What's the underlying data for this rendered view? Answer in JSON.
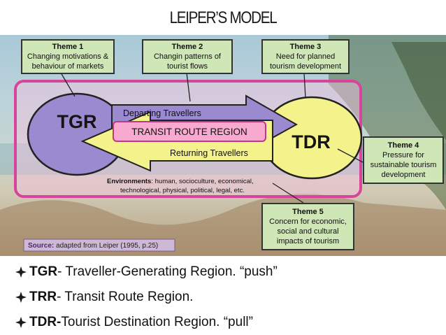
{
  "title": "LEIPER’S MODEL",
  "themes": [
    {
      "heading": "Theme 1",
      "text": "Changing motivations & behaviour of markets"
    },
    {
      "heading": "Theme 2",
      "text": "Changin patterns of tourist flows"
    },
    {
      "heading": "Theme 3",
      "text": "Need for planned tourism development"
    },
    {
      "heading": "Theme 4",
      "text": "Pressure for sustainable tourism development"
    },
    {
      "heading": "Theme 5",
      "text": "Concern for economic, social and cultural impacts of tourism"
    }
  ],
  "diagram": {
    "tgr": "TGR",
    "tdr": "TDR",
    "departing": "Departing Travellers",
    "returning": "Returning Travellers",
    "transit": "TRANSIT ROUTE REGION",
    "env_label": "Environments",
    "env_line1": ": human, socioculture, economical,",
    "env_line2": "technological, physical, political, legal, etc.",
    "source_label": "Source:",
    "source_text": " adapted from Leiper (1995, p.25)"
  },
  "bullets": [
    {
      "term": "TGR",
      "rest": "- Traveller-Generating Region. “push”"
    },
    {
      "term": "TRR",
      "rest": "- Transit Route Region."
    },
    {
      "term": "TDR-",
      "rest": " Tourist Destination Region. “pull”"
    }
  ],
  "colors": {
    "theme_box": "#cfe6b6",
    "tgr": "#9b8ad0",
    "tdr": "#f4f28a",
    "transit": "#f7a9cf",
    "frame": "#d8449b"
  }
}
